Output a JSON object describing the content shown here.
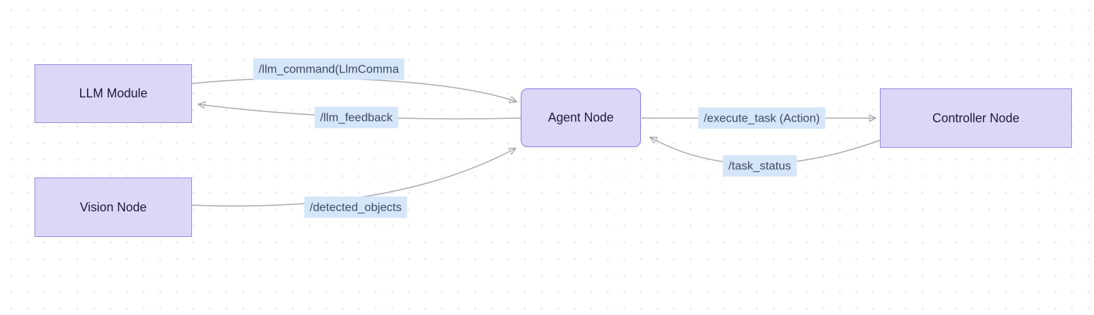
{
  "diagram": {
    "type": "flowchart",
    "colors": {
      "dot_color": "#ebebf0",
      "node_fill": "#dcd7f6",
      "node_border": "#9287dd",
      "agent_border": "#8676e4",
      "node_text": "#1b1b3a",
      "edge_label_bg": "#d5e6f9",
      "edge_label_text": "#404a63",
      "edge_line": "#a7a7b0",
      "arrowhead": "#9c9ca6"
    },
    "nodes": [
      {
        "id": "llm-module",
        "label": "LLM Module",
        "shape": "rect"
      },
      {
        "id": "vision-node",
        "label": "Vision Node",
        "shape": "rect"
      },
      {
        "id": "agent-node",
        "label": "Agent Node",
        "shape": "rounded"
      },
      {
        "id": "controller-node",
        "label": "Controller Node",
        "shape": "rect"
      }
    ],
    "edges": [
      {
        "from": "llm-module",
        "to": "agent-node",
        "label": "/llm_command(LlmComma"
      },
      {
        "from": "agent-node",
        "to": "llm-module",
        "label": "/llm_feedback"
      },
      {
        "from": "vision-node",
        "to": "agent-node",
        "label": "/detected_objects"
      },
      {
        "from": "agent-node",
        "to": "controller-node",
        "label": "/execute_task (Action)"
      },
      {
        "from": "controller-node",
        "to": "agent-node",
        "label": "/task_status"
      }
    ]
  }
}
